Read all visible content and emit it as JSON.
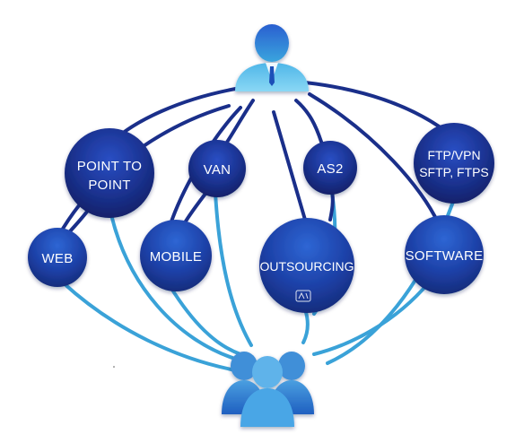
{
  "nodes": {
    "point_to_point": {
      "line1": "POINT TO",
      "line2": "POINT"
    },
    "van": {
      "label": "VAN"
    },
    "as2": {
      "label": "AS2"
    },
    "ftp_vpn": {
      "line1": "FTP/VPN",
      "line2": "SFTP, FTPS"
    },
    "web": {
      "label": "WEB"
    },
    "mobile": {
      "label": "MOBILE"
    },
    "outsourcing": {
      "label": "OUTSOURCING"
    },
    "software": {
      "label": "SOFTWARE"
    }
  },
  "colors": {
    "dark_blue": "#1a2f8a",
    "mid_blue": "#1f4fb8",
    "light_blue": "#3aa2d8",
    "cyan": "#5bc3ea",
    "sky": "#7fd3f2"
  },
  "icons": {
    "top": "person-icon",
    "bottom": "group-icon",
    "watermark": "logo-stamp-icon"
  }
}
